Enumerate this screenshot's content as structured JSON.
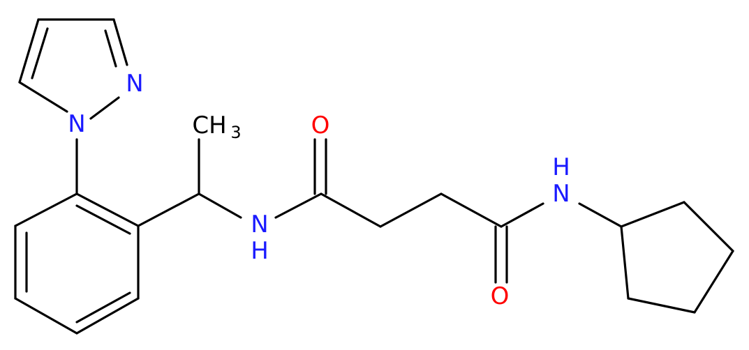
{
  "molecule": {
    "colors": {
      "bond": "#000000",
      "nitrogen": "#1a1aff",
      "oxygen": "#ff0000",
      "carbon": "#000000"
    },
    "atoms": {
      "n_pyrazole_2": "N",
      "n_pyrazole_1": "N",
      "methyl_main": "CH",
      "methyl_sub": "3",
      "o_amide_1": "O",
      "nh_amide_1_n": "N",
      "nh_amide_1_h": "H",
      "nh_amide_2_h": "H",
      "nh_amide_2_n": "N",
      "o_amide_2": "O"
    }
  }
}
